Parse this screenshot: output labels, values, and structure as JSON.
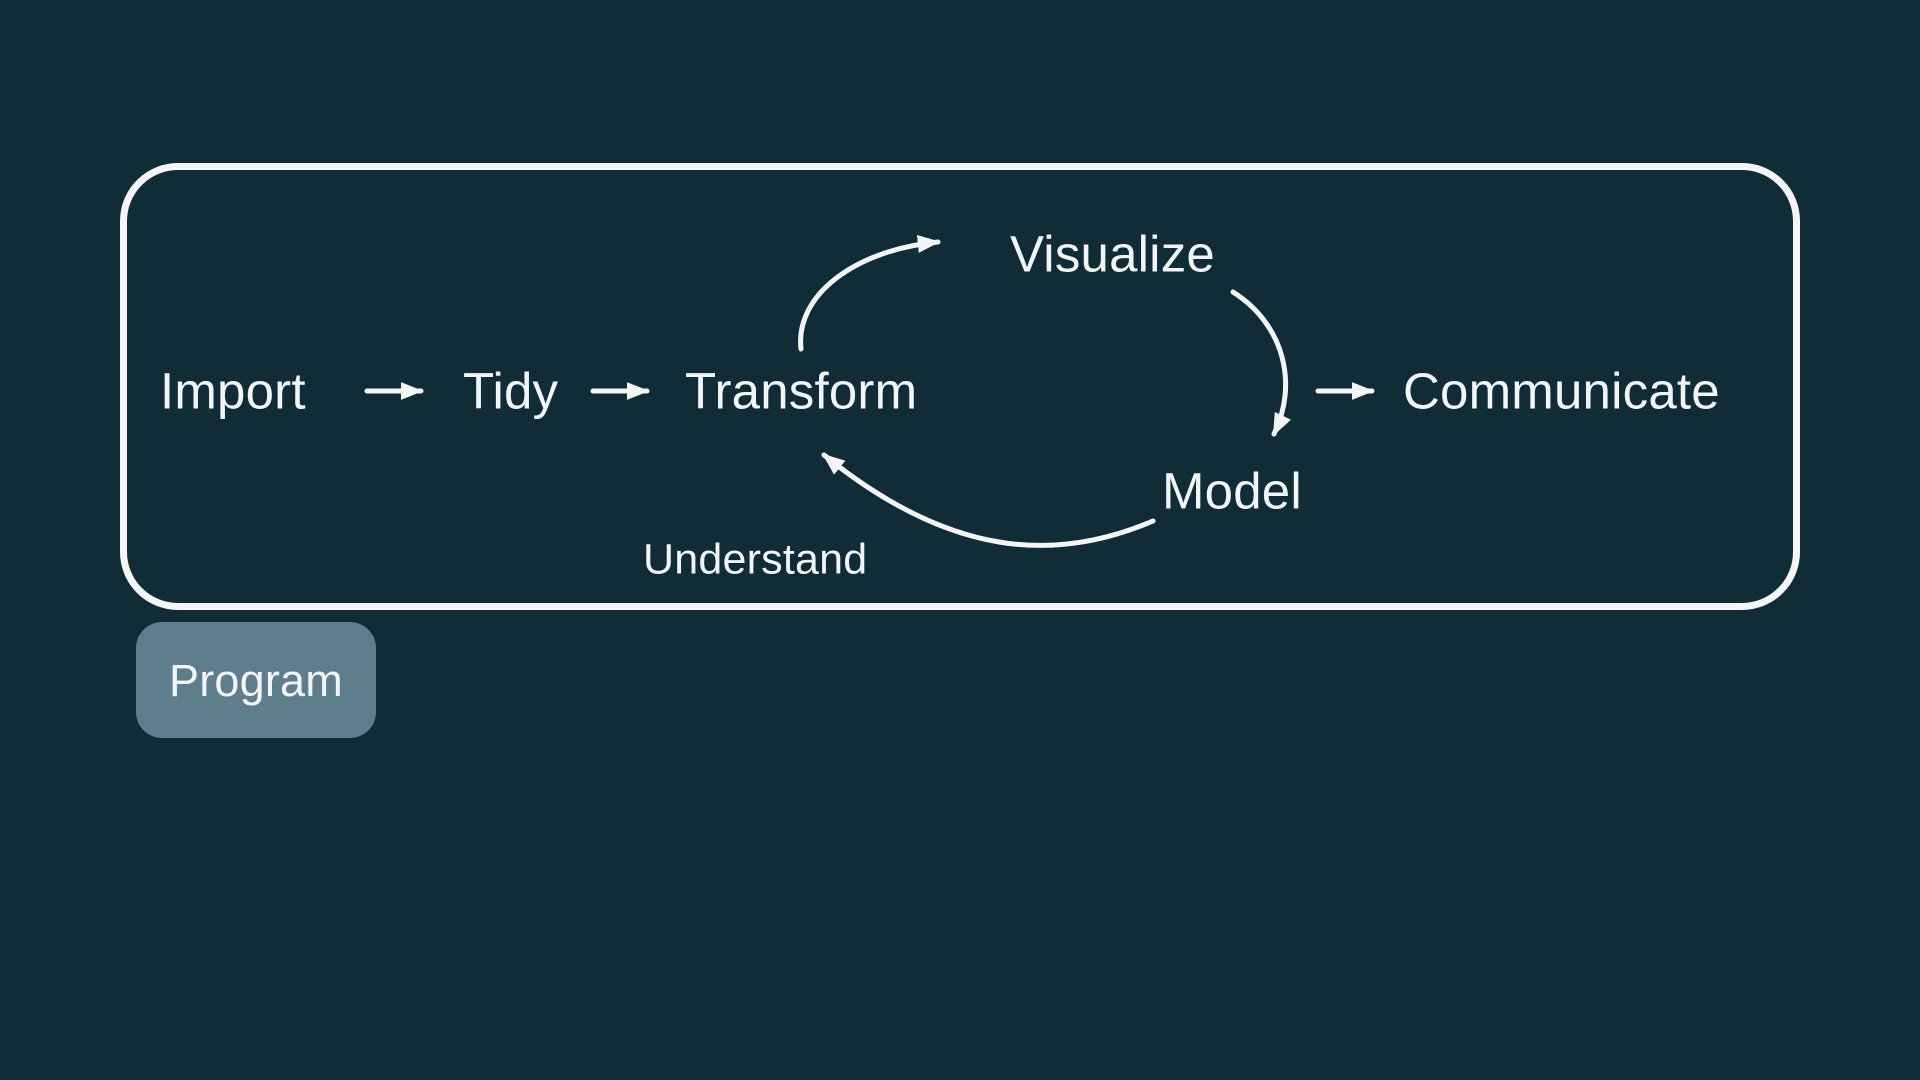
{
  "theme": {
    "background": "#102c37",
    "panel_border": "#f5f6f3",
    "text": "#f2f5f5",
    "program_bg": "#5f7e8d",
    "arrow": "#f5f6f3"
  },
  "workflow": {
    "import_label": "Import",
    "tidy_label": "Tidy",
    "transform_label": "Transform",
    "visualize_label": "Visualize",
    "model_label": "Model",
    "communicate_label": "Communicate",
    "understand_label": "Understand",
    "program_label": "Program"
  }
}
